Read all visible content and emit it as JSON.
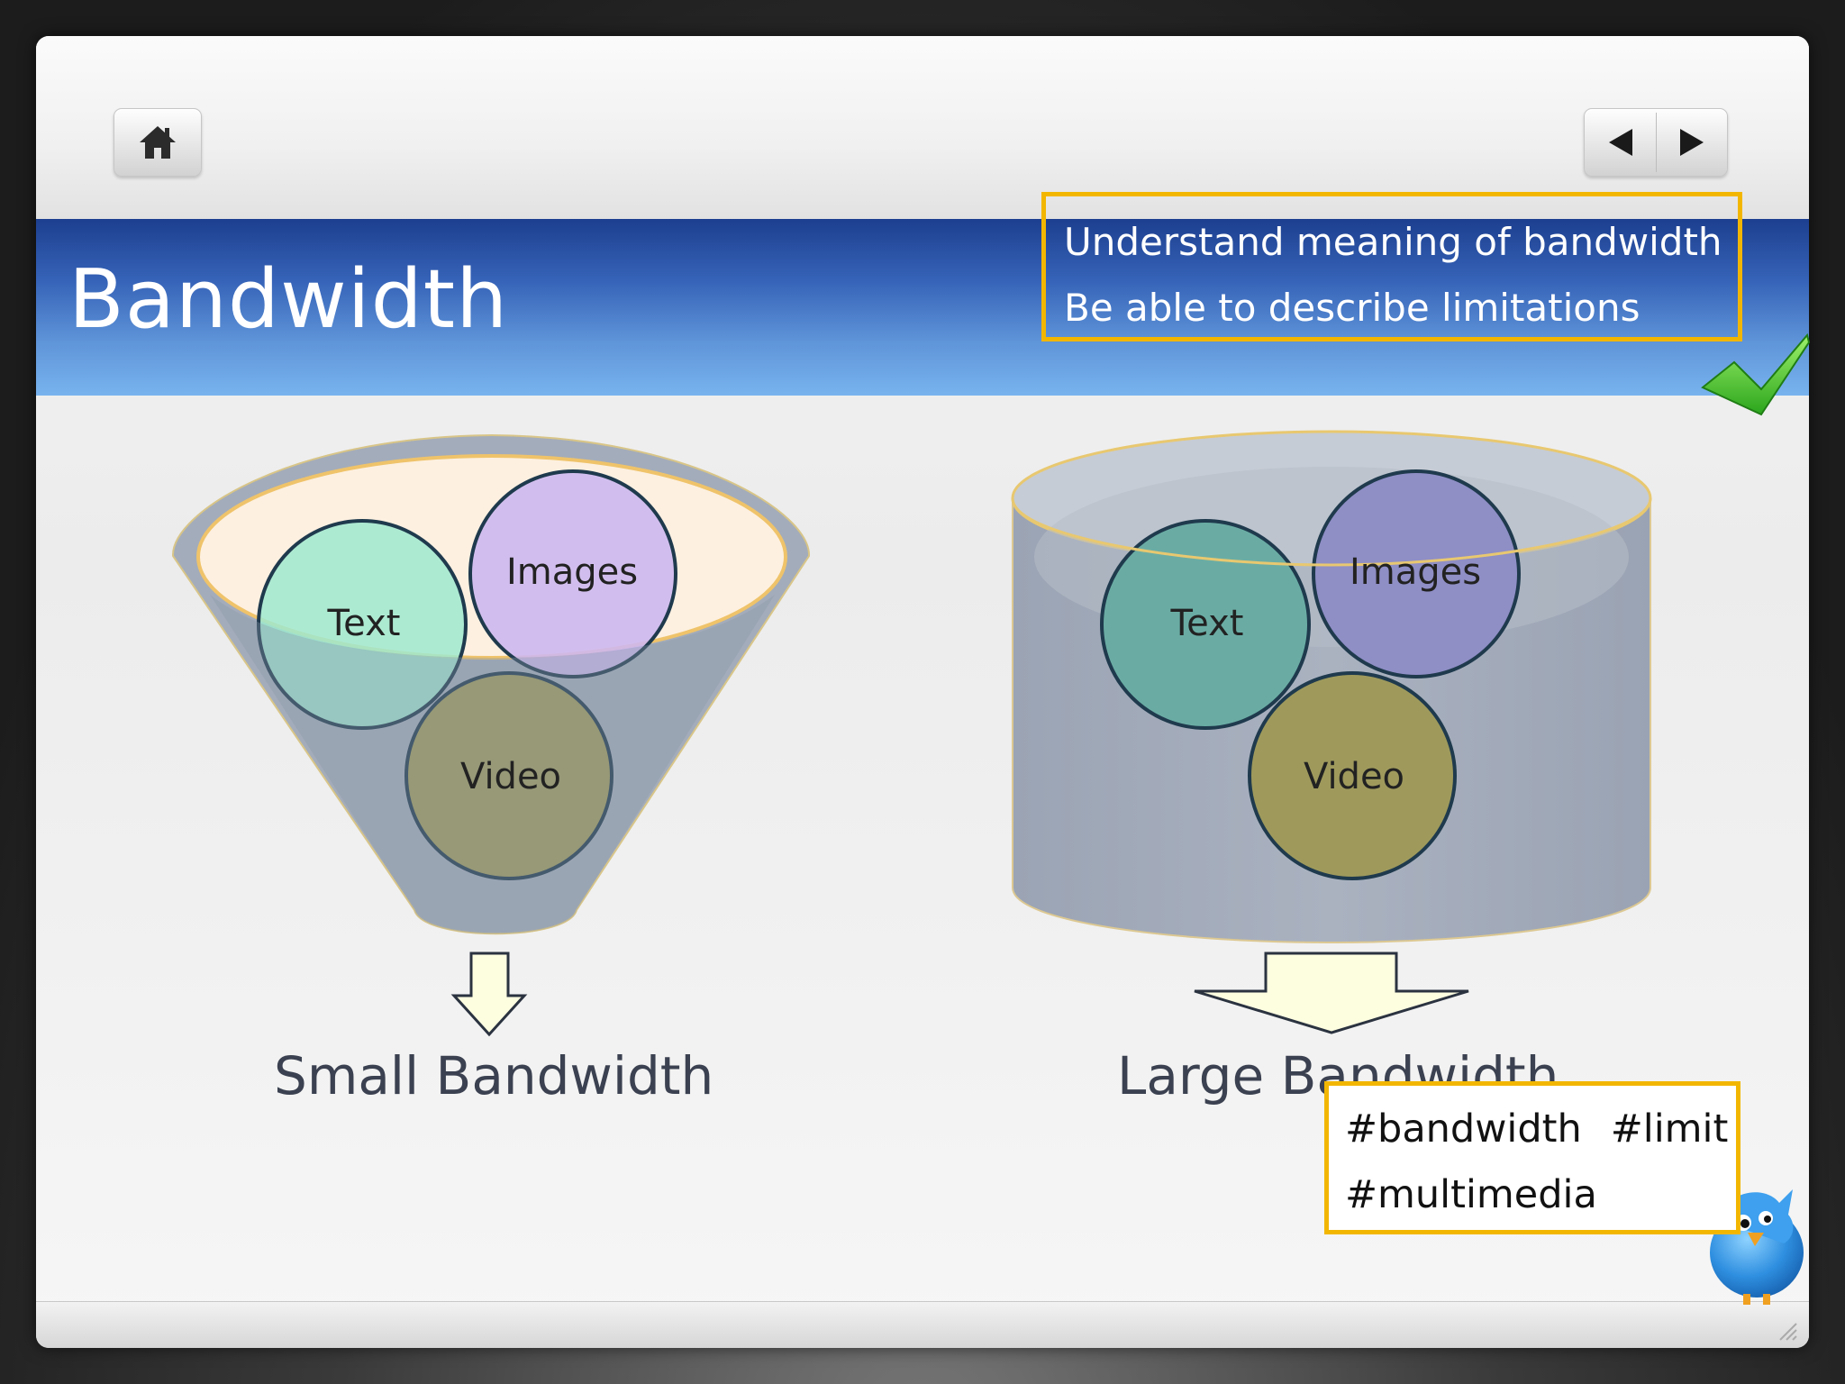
{
  "slide": {
    "title": "Bandwidth",
    "objectives": [
      "Understand meaning of bandwidth",
      "Be able to describe limitations"
    ],
    "hashtags_line1": [
      "#bandwidth",
      "#limit"
    ],
    "hashtags_line2": "#multimedia"
  },
  "toolbar": {
    "home_icon": "home-icon",
    "prev_icon": "arrow-left-icon",
    "next_icon": "arrow-right-icon"
  },
  "diagram": {
    "left": {
      "shape": "funnel",
      "circles": [
        "Text",
        "Images",
        "Video"
      ],
      "caption": "Small Bandwidth"
    },
    "right": {
      "shape": "cylinder",
      "circles": [
        "Text",
        "Images",
        "Video"
      ],
      "caption": "Large Bandwidth"
    }
  },
  "colors": {
    "banner_dark": "#1d3f8f",
    "banner_light": "#78b3ee",
    "highlight_border": "#f2b600",
    "text_circle": "#9fe9cf",
    "images_circle": "#cdb8ef",
    "video_circle": "#9f9a5c",
    "container_fill": "#a3acba",
    "arrow_fill": "#fdfde0"
  },
  "decorations": {
    "check_icon": "checkmark-icon",
    "bird_icon": "bird-icon"
  }
}
